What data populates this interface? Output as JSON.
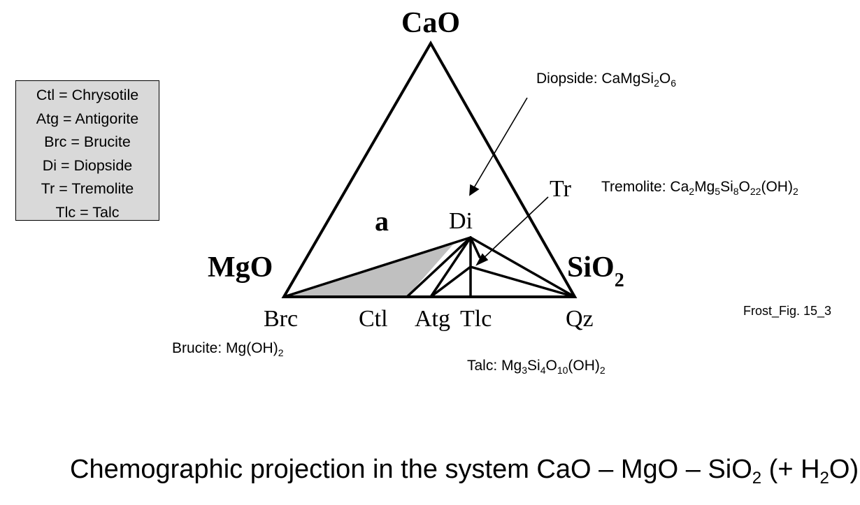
{
  "legend": [
    "Ctl = Chrysotile",
    "Atg = Antigorite",
    "Brc = Brucite",
    "Di = Diopside",
    "Tr = Tremolite",
    "Tlc = Talc"
  ],
  "vertices": {
    "top": "CaO",
    "left": "MgO",
    "right_main": "SiO",
    "right_sub": "2"
  },
  "panel_label": "a",
  "phase_labels": {
    "di": "Di",
    "tr": "Tr",
    "brc": "Brc",
    "ctl": "Ctl",
    "atg": "Atg",
    "tlc": "Tlc",
    "qz": "Qz"
  },
  "annotations": {
    "diopside": {
      "name": "Diopside: ",
      "parts": [
        [
          "CaMgSi",
          ""
        ],
        [
          "2",
          "sub"
        ],
        [
          "O",
          ""
        ],
        [
          "6",
          "sub"
        ]
      ]
    },
    "tremolite": {
      "name": "Tremolite: ",
      "parts": [
        [
          "Ca",
          ""
        ],
        [
          "2",
          "sub"
        ],
        [
          "Mg",
          ""
        ],
        [
          "5",
          "sub"
        ],
        [
          "Si",
          ""
        ],
        [
          "8",
          "sub"
        ],
        [
          "O",
          ""
        ],
        [
          "22",
          "sub"
        ],
        [
          "(OH)",
          ""
        ],
        [
          "2",
          "sub"
        ]
      ]
    },
    "brucite": {
      "name": "Brucite: ",
      "parts": [
        [
          "Mg(OH)",
          ""
        ],
        [
          "2",
          "sub"
        ]
      ]
    },
    "talc": {
      "name": "Talc: ",
      "parts": [
        [
          "Mg",
          ""
        ],
        [
          "3",
          "sub"
        ],
        [
          "Si",
          ""
        ],
        [
          "4",
          "sub"
        ],
        [
          "O",
          ""
        ],
        [
          "10",
          "sub"
        ],
        [
          "(OH)",
          ""
        ],
        [
          "2",
          "sub"
        ]
      ]
    }
  },
  "figure_ref": "Frost_Fig. 15_3",
  "caption_parts": [
    [
      "Chemographic projection in the system CaO – MgO – SiO",
      ""
    ],
    [
      "2",
      "sub"
    ],
    [
      " (+ H",
      ""
    ],
    [
      "2",
      "sub"
    ],
    [
      "O)",
      ""
    ]
  ],
  "colors": {
    "shaded_region": "#c0c0c0",
    "legend_bg": "#d9d9d9",
    "line": "#000000"
  }
}
